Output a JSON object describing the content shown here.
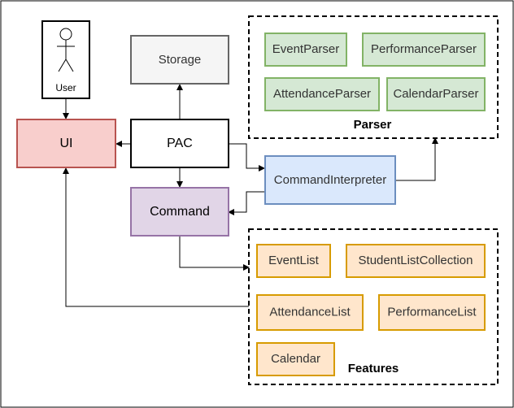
{
  "diagram": {
    "user": {
      "label": "User"
    },
    "nodes": {
      "ui": "UI",
      "storage": "Storage",
      "pac": "PAC",
      "command": "Command",
      "command_interpreter": "CommandInterpreter"
    },
    "parser_group": {
      "title": "Parser",
      "items": [
        "EventParser",
        "PerformanceParser",
        "AttendanceParser",
        "CalendarParser"
      ]
    },
    "features_group": {
      "title": "Features",
      "items": [
        "EventList",
        "StudentListCollection",
        "AttendanceList",
        "PerformanceList",
        "Calendar"
      ]
    },
    "colors": {
      "ui_fill": "#f8cecc",
      "ui_stroke": "#b85450",
      "storage_fill": "#f5f5f5",
      "storage_stroke": "#666666",
      "command_fill": "#e1d5e7",
      "command_stroke": "#9673a6",
      "interpreter_fill": "#dae8fc",
      "interpreter_stroke": "#6c8ebf",
      "parser_fill": "#d5e8d4",
      "parser_stroke": "#82b366",
      "feature_fill": "#ffe6cc",
      "feature_stroke": "#d79b00"
    }
  }
}
